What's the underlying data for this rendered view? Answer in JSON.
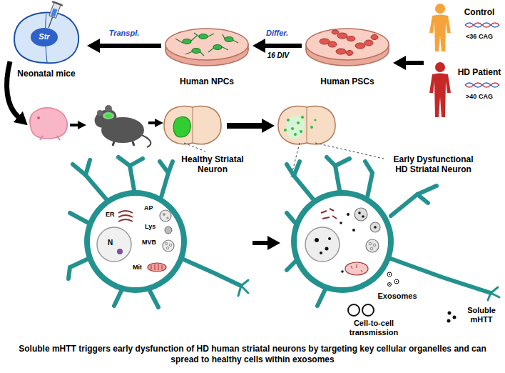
{
  "diagram": {
    "caption": "Soluble mHTT triggers early dysfunction of HD human striatal neurons by targeting key cellular organelles and can spread to healthy cells within exosomes",
    "nodes": [
      {
        "text": [
          "Control",
          "<36 CAG"
        ]
      },
      {
        "text": [
          "HD Patient",
          ">40 CAG"
        ]
      },
      {
        "text": [
          "Human PSCs"
        ]
      },
      {
        "text": [
          "Human NPCs"
        ]
      },
      {
        "text": [
          "Neonatal mice"
        ]
      },
      {
        "text": [
          "Healthy Striatal Neuron"
        ]
      },
      {
        "text": [
          "Early Dysfunctional HD Striatal Neuron"
        ]
      }
    ],
    "edges": [
      {
        "from": 1,
        "to": 2,
        "arrow": "to"
      },
      {
        "from": 2,
        "to": 3,
        "label": "Differ.",
        "arrow": "to"
      },
      {
        "from": 3,
        "to": 4,
        "label": "Transpl.",
        "arrow": "to"
      },
      {
        "from": 5,
        "to": 6,
        "arrow": "to"
      }
    ],
    "labels": [
      "16 DIV",
      "Str",
      "N",
      "ER",
      "AP",
      "Lys",
      "MVB",
      "Mit",
      "Exosomes",
      "Cell-to-cell transmission",
      "Soluble mHTT"
    ]
  }
}
